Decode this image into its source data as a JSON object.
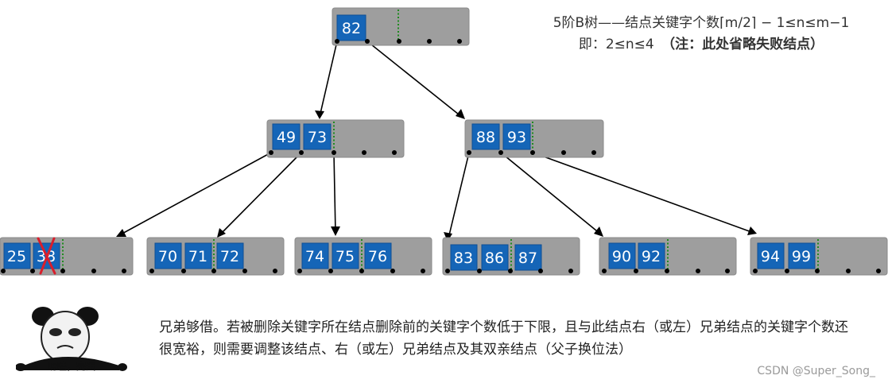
{
  "info": {
    "line1": "5阶B树——结点关键字个数⌈m/2⌉ − 1≤n≤m−1",
    "line2_a": "即：2≤n≤4",
    "line2_b": "（注：此处省略失败结点）"
  },
  "tree": {
    "root": {
      "keys": [
        "82"
      ]
    },
    "level1": [
      {
        "keys": [
          "49",
          "73"
        ]
      },
      {
        "keys": [
          "88",
          "93"
        ]
      }
    ],
    "level2": [
      {
        "keys": [
          "25",
          "38"
        ],
        "deleted": "38"
      },
      {
        "keys": [
          "70",
          "71",
          "72"
        ]
      },
      {
        "keys": [
          "74",
          "75",
          "76"
        ]
      },
      {
        "keys": [
          "83",
          "86",
          "87"
        ]
      },
      {
        "keys": [
          "90",
          "92"
        ]
      },
      {
        "keys": [
          "94",
          "99"
        ]
      }
    ]
  },
  "description": "兄弟够借。若被删除关键字所在结点删除前的关键字个数低于下限，且与此结点右（或左）兄弟结点的关键字个数还很宽裕，则需要调整该结点、右（或左）兄弟结点及其双亲结点（父子换位法）",
  "meme_caption": "唠嗑，完蛋",
  "watermark": "CSDN @Super_Song_",
  "colors": {
    "key_fill": "#1565b7",
    "node_fill": "#9e9e9e",
    "delete_mark": "#d91e2b"
  }
}
